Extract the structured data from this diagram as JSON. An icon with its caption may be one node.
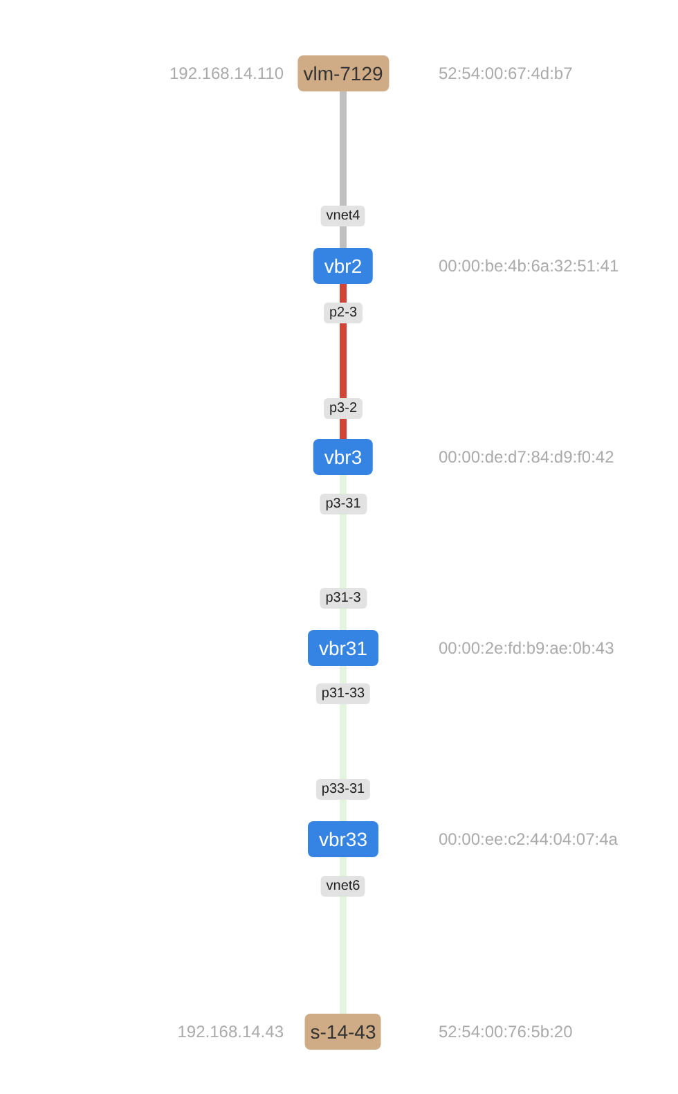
{
  "diagram": {
    "nodes": [
      {
        "text": [
          "vlm-7129"
        ],
        "beside": [
          "192.168.14.110",
          "52:54:00:67:4d:b7"
        ]
      },
      {
        "text": [
          "vnet4"
        ]
      },
      {
        "text": [
          "vbr2"
        ],
        "beside": [
          "00:00:be:4b:6a:32:51:41"
        ]
      },
      {
        "text": [
          "p2-3"
        ]
      },
      {
        "text": [
          "p3-2"
        ]
      },
      {
        "text": [
          "vbr3"
        ],
        "beside": [
          "00:00:de:d7:84:d9:f0:42"
        ]
      },
      {
        "text": [
          "p3-31"
        ]
      },
      {
        "text": [
          "p31-3"
        ]
      },
      {
        "text": [
          "vbr31"
        ],
        "beside": [
          "00:00:2e:fd:b9:ae:0b:43"
        ]
      },
      {
        "text": [
          "p31-33"
        ]
      },
      {
        "text": [
          "p33-31"
        ]
      },
      {
        "text": [
          "vbr33"
        ],
        "beside": [
          "00:00:ee:c2:44:04:07:4a"
        ]
      },
      {
        "text": [
          "vnet6"
        ]
      },
      {
        "text": [
          "s-14-43"
        ],
        "beside": [
          "192.168.14.43",
          "52:54:00:76:5b:20"
        ]
      }
    ],
    "edges": [
      {
        "from": 0,
        "to": 1,
        "arrow": "none",
        "color": "#c0c0c0"
      },
      {
        "from": 1,
        "to": 2,
        "arrow": "none",
        "color": "#c0c0c0"
      },
      {
        "from": 2,
        "to": 3,
        "arrow": "none",
        "color": "#d04535"
      },
      {
        "from": 3,
        "to": 4,
        "arrow": "none",
        "color": "#d04535"
      },
      {
        "from": 4,
        "to": 5,
        "arrow": "none",
        "color": "#d04535"
      },
      {
        "from": 5,
        "to": 6,
        "arrow": "none"
      },
      {
        "from": 6,
        "to": 7,
        "arrow": "none"
      },
      {
        "from": 7,
        "to": 8,
        "arrow": "none"
      },
      {
        "from": 8,
        "to": 9,
        "arrow": "none"
      },
      {
        "from": 9,
        "to": 10,
        "arrow": "none"
      },
      {
        "from": 10,
        "to": 11,
        "arrow": "none"
      },
      {
        "from": 11,
        "to": 12,
        "arrow": "none"
      },
      {
        "from": 12,
        "to": 13,
        "arrow": "none"
      }
    ]
  }
}
